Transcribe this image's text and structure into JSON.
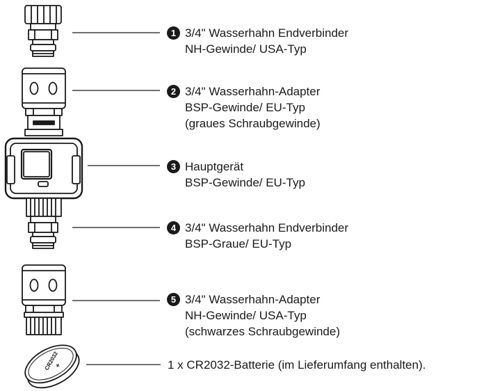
{
  "parts": [
    {
      "number": "1",
      "lines": [
        "3/4\" Wasserhahn Endverbinder",
        "NH-Gewinde/ USA-Typ"
      ]
    },
    {
      "number": "2",
      "lines": [
        "3/4\" Wasserhahn-Adapter",
        "BSP-Gewinde/ EU-Typ",
        "(graues Schraubgewinde)"
      ]
    },
    {
      "number": "3",
      "lines": [
        "Hauptgerät",
        "BSP-Gewinde/ EU-Typ"
      ]
    },
    {
      "number": "4",
      "lines": [
        "3/4\" Wasserhahn Endverbinder",
        "BSP-Graue/ EU-Typ"
      ]
    },
    {
      "number": "5",
      "lines": [
        "3/4\" Wasserhahn-Adapter",
        "NH-Gewinde/ USA-Typ",
        "(schwarzes Schraubgewinde)"
      ]
    }
  ],
  "battery": {
    "label": "1 x CR2032-Batterie (im Lieferumfang enthalten).",
    "engraving_top": "CR2032",
    "engraving_sign": "+"
  }
}
